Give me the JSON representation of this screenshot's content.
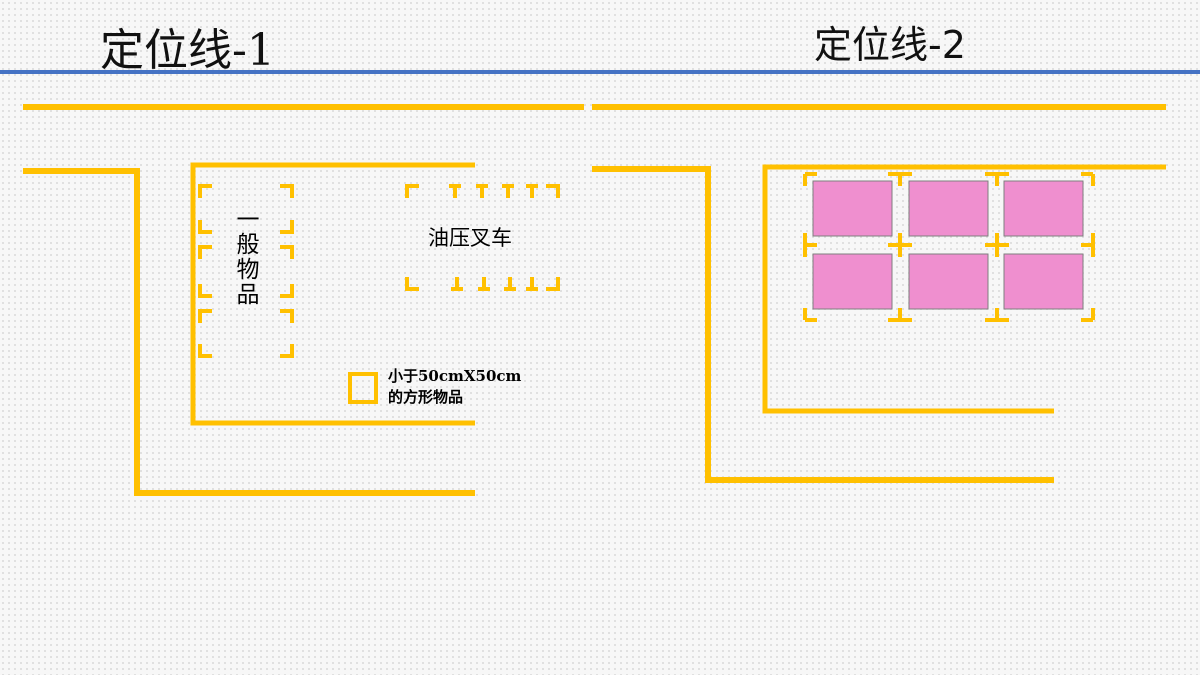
{
  "colors": {
    "line_yellow": "#ffc000",
    "divider_blue": "#4472c4",
    "pallet_pink": "#ef8fcf",
    "pallet_border": "#7f7f7f"
  },
  "titles": {
    "left": "定位线-1",
    "right": "定位线-2"
  },
  "left_diagram": {
    "general_items_label": [
      "一",
      "般",
      "物",
      "品"
    ],
    "forklift_label": "油压叉车",
    "small_item_note": [
      "小于50cmX50cm",
      "的方形物品"
    ]
  },
  "right_diagram": {
    "pallet_rows": 2,
    "pallet_cols": 3
  }
}
